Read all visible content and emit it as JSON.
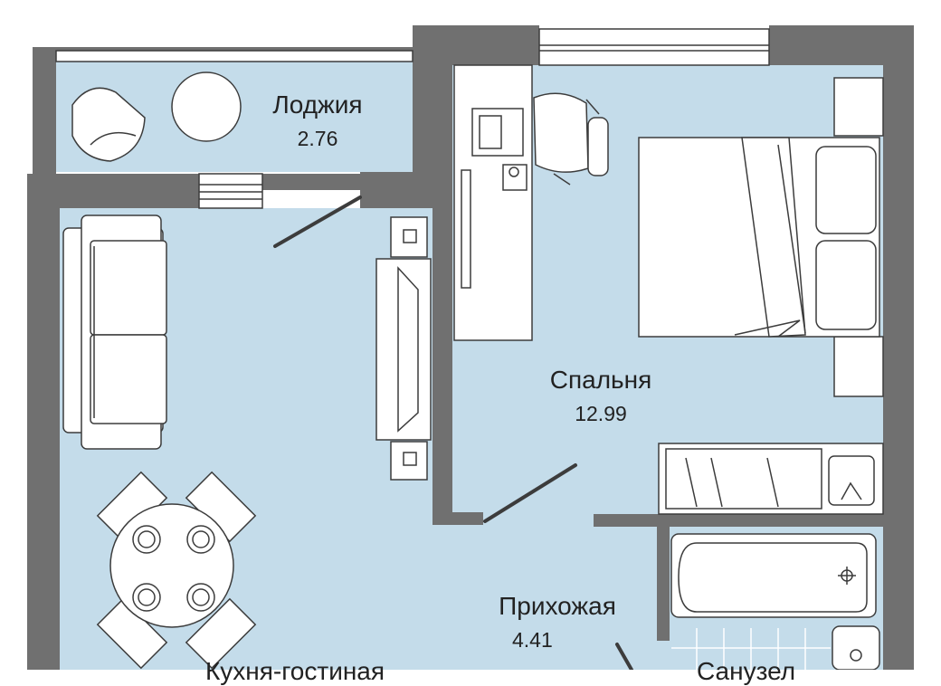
{
  "rooms": {
    "loggia": {
      "name": "Лоджия",
      "area": "2.76"
    },
    "bedroom": {
      "name": "Спальня",
      "area": "12.99"
    },
    "hallway": {
      "name": "Прихожая",
      "area": "4.41"
    },
    "kitchen": {
      "name": "Кухня-гостиная"
    },
    "bathroom": {
      "name": "Санузел"
    }
  },
  "colors": {
    "floor": "#c4dcea",
    "wall": "#707070",
    "furniture_fill": "#ffffff",
    "furniture_line": "#3c3c3c",
    "text": "#222222"
  }
}
